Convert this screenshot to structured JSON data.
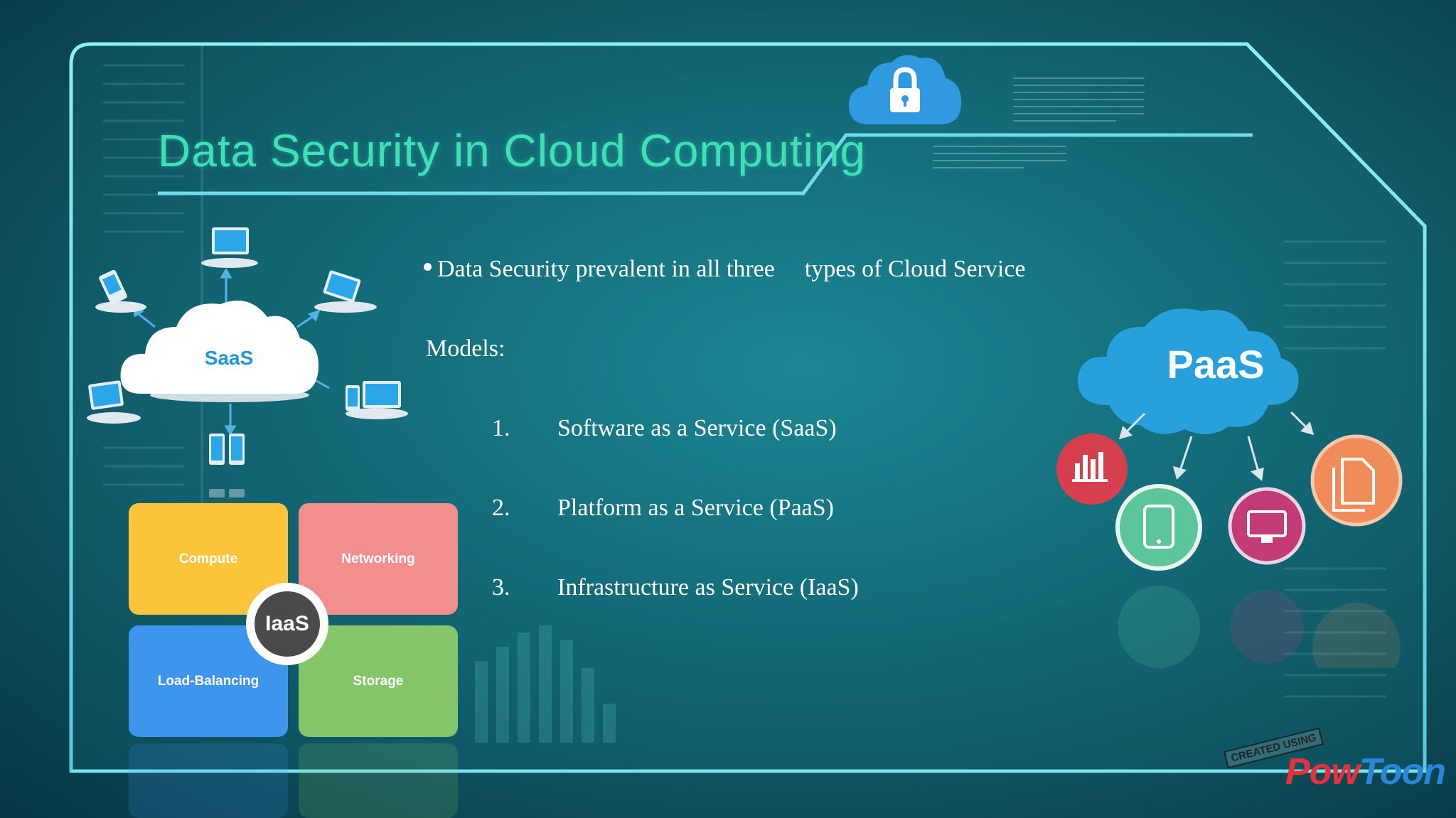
{
  "slide": {
    "title": "Data Security in Cloud Computing",
    "bullet_part1": "Data Security prevalent in all three",
    "bullet_part2": "types of Cloud Service",
    "models_label": "Models:",
    "items": [
      {
        "num": "1.",
        "text": "Software as a Service (SaaS)"
      },
      {
        "num": "2.",
        "text": "Platform as a Service (PaaS)"
      },
      {
        "num": "3.",
        "text": "Infrastructure as Service (IaaS)"
      }
    ]
  },
  "saas_diagram": {
    "label": "SaaS"
  },
  "iaas_diagram": {
    "center": "IaaS",
    "tiles": {
      "compute": "Compute",
      "networking": "Networking",
      "load_balancing": "Load-Balancing",
      "storage": "Storage"
    },
    "tile_colors": {
      "compute": "#fcc43a",
      "networking": "#f28e8c",
      "load_balancing": "#3e95ee",
      "storage": "#84c669"
    }
  },
  "paas_diagram": {
    "label": "PaaS",
    "icons": [
      "bar-chart-icon",
      "tablet-icon",
      "monitor-icon",
      "document-icon"
    ],
    "icon_colors": {
      "bar_chart": "#d6404e",
      "tablet": "#5cc59a",
      "monitor": "#c33c78",
      "document": "#f08c5a"
    }
  },
  "branding": {
    "created_using": "CREATED USING",
    "logo_pow": "Pow",
    "logo_toon": "Toon"
  },
  "colors": {
    "title": "#3fe0b4",
    "frame": "#7fe3ee",
    "cloud_lock": "#2f9ae0"
  }
}
